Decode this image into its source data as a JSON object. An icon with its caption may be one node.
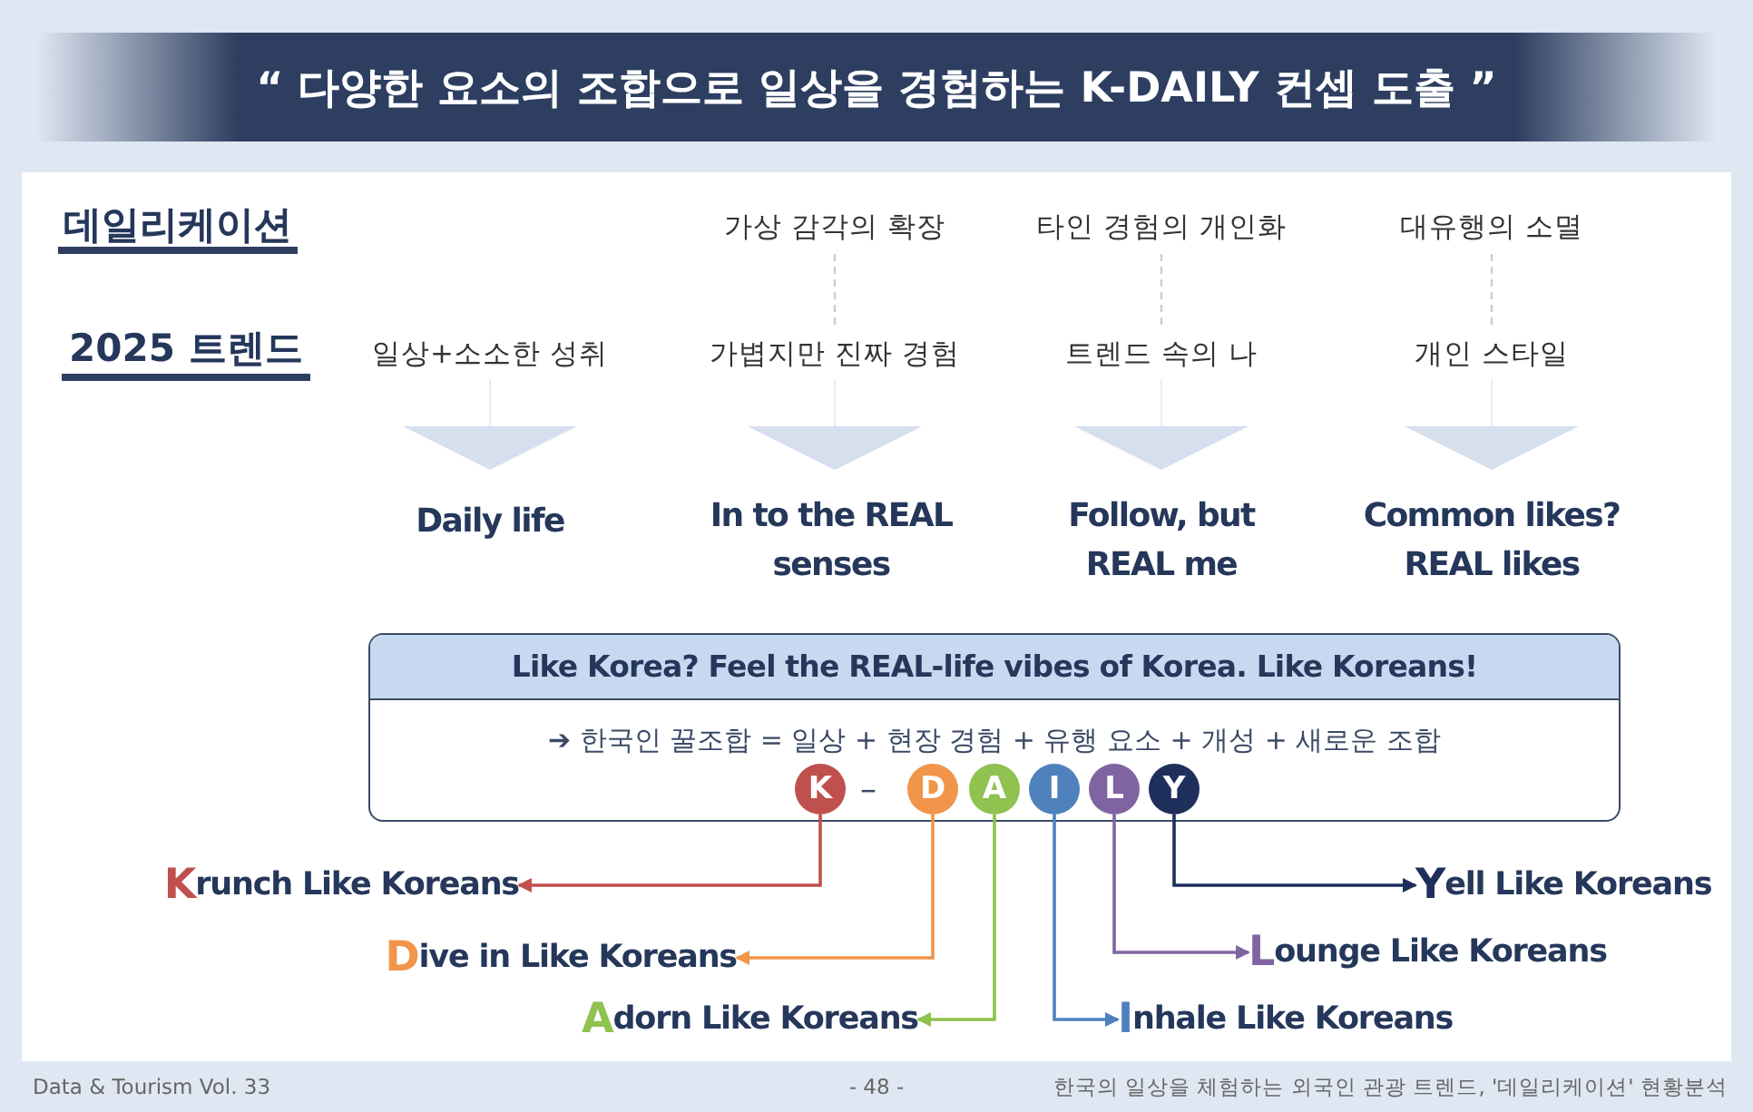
{
  "diagram": {
    "title": "“ 다양한 요소의 조합으로 일상을 경험하는 K-DAILY 컨셉 도출 ”",
    "nodes": [
      {
        "text": [
          "가상 감각의 확장"
        ]
      },
      {
        "text": [
          "타인 경험의 개인화"
        ]
      },
      {
        "text": [
          "대유행의 소멸"
        ]
      },
      {
        "text": [
          "일상+소소한 성취"
        ]
      },
      {
        "text": [
          "가볍지만 진짜 경험"
        ]
      },
      {
        "text": [
          "트렌드 속의 나"
        ]
      },
      {
        "text": [
          "개인 스타일"
        ]
      },
      {
        "text": [
          "Daily life"
        ]
      },
      {
        "text": [
          "In to the REAL senses"
        ]
      },
      {
        "text": [
          "Follow, but REAL me"
        ]
      },
      {
        "text": [
          "Common likes? REAL likes"
        ]
      },
      {
        "text": [
          "Like Korea? Feel the REAL-life vibes of Korea. Like Koreans!",
          "➔ 한국인 꿀조합 = 일상 + 현장 경험 + 유행 요소 + 개성 + 새로운 조합"
        ]
      },
      {
        "text": [
          "K"
        ],
        "in": 11
      },
      {
        "text": [
          "D"
        ],
        "in": 11
      },
      {
        "text": [
          "A"
        ],
        "in": 11
      },
      {
        "text": [
          "I"
        ],
        "in": 11
      },
      {
        "text": [
          "L"
        ],
        "in": 11
      },
      {
        "text": [
          "Y"
        ],
        "in": 11
      },
      {
        "text": [
          "Krunch Like Koreans"
        ]
      },
      {
        "text": [
          "Dive in Like Koreans"
        ]
      },
      {
        "text": [
          "Adorn Like Koreans"
        ]
      },
      {
        "text": [
          "Inhale Like Koreans"
        ]
      },
      {
        "text": [
          "Lounge Like Koreans"
        ]
      },
      {
        "text": [
          "Yell Like Koreans"
        ]
      }
    ],
    "edges": [
      {
        "from": 0,
        "to": 4,
        "arrow": "none",
        "style": "dashed"
      },
      {
        "from": 1,
        "to": 5,
        "arrow": "none",
        "style": "dashed"
      },
      {
        "from": 2,
        "to": 6,
        "arrow": "none",
        "style": "dashed"
      },
      {
        "from": 3,
        "to": 7,
        "arrow": "to"
      },
      {
        "from": 4,
        "to": 8,
        "arrow": "to"
      },
      {
        "from": 5,
        "to": 9,
        "arrow": "to"
      },
      {
        "from": 6,
        "to": 10,
        "arrow": "to"
      },
      {
        "from": 12,
        "to": 18,
        "arrow": "to",
        "color": "#c0504d"
      },
      {
        "from": 13,
        "to": 19,
        "arrow": "to",
        "color": "#f0954a"
      },
      {
        "from": 14,
        "to": 20,
        "arrow": "to",
        "color": "#8fc24f"
      },
      {
        "from": 15,
        "to": 21,
        "arrow": "to",
        "color": "#4f81bd"
      },
      {
        "from": 16,
        "to": 22,
        "arrow": "to",
        "color": "#8064a2"
      },
      {
        "from": 17,
        "to": 23,
        "arrow": "to",
        "color": "#1f2f5c"
      }
    ],
    "labels": [
      "데일리케이션",
      "2025 트렌드",
      "–",
      "Data & Tourism Vol. 33",
      "- 48 -",
      "한국의 일상을 체험하는 외국인 관광 트렌드, '데일리케이션' 현황분석"
    ]
  }
}
